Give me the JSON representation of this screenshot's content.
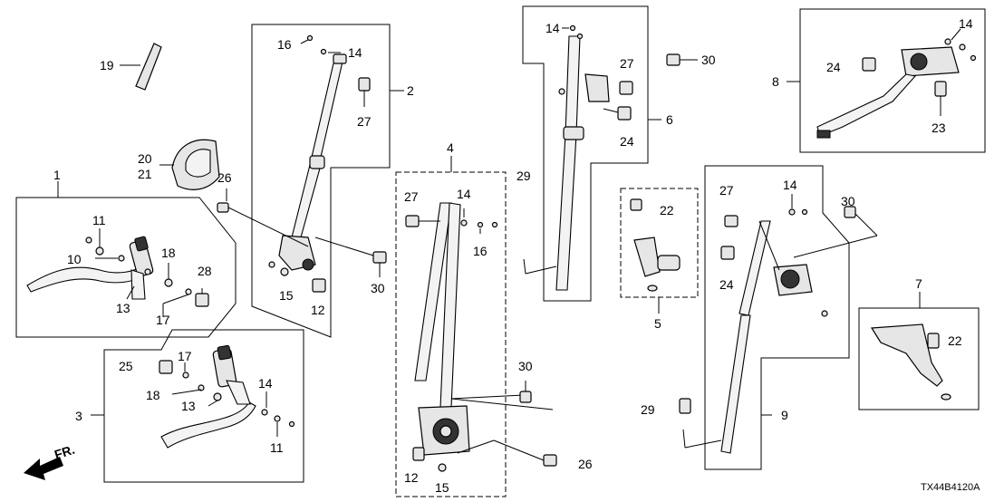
{
  "diagram": {
    "drawing_code": "TX44B4120A",
    "front_marker": "FR.",
    "callouts": {
      "c1": "1",
      "c2": "2",
      "c3": "3",
      "c4": "4",
      "c5": "5",
      "c6": "6",
      "c7": "7",
      "c8": "8",
      "c9": "9",
      "c10": "10",
      "c11a": "11",
      "c11b": "11",
      "c12a": "12",
      "c12b": "12",
      "c13a": "13",
      "c13b": "13",
      "c14a": "14",
      "c14b": "14",
      "c14c": "14",
      "c14d": "14",
      "c14e": "14",
      "c14f": "14",
      "c15a": "15",
      "c15b": "15",
      "c16a": "16",
      "c16b": "16",
      "c17a": "17",
      "c17b": "17",
      "c18a": "18",
      "c18b": "18",
      "c19": "19",
      "c20": "20",
      "c21": "21",
      "c22a": "22",
      "c22b": "22",
      "c23": "23",
      "c24a": "24",
      "c24b": "24",
      "c24c": "24",
      "c25": "25",
      "c26a": "26",
      "c26b": "26",
      "c27a": "27",
      "c27b": "27",
      "c27c": "27",
      "c27d": "27",
      "c28": "28",
      "c29a": "29",
      "c29b": "29",
      "c30a": "30",
      "c30b": "30",
      "c30c": "30",
      "c30d": "30"
    }
  }
}
